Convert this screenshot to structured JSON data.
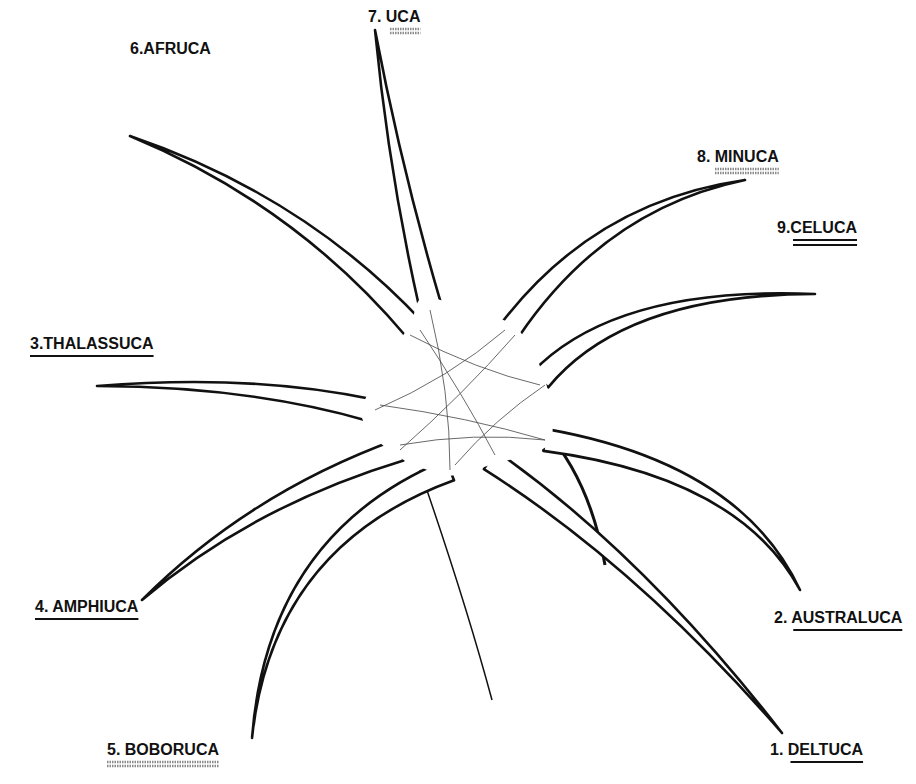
{
  "diagram": {
    "labels": [
      "7. UCA",
      "6.AFRUCA",
      "8. MINUCA",
      "9.CELUCA",
      "3.THALASSUCA",
      "4. AMPHIUCA",
      "2. AUSTRALUCA",
      "5. BOBORUCA",
      "1. DELTUCA"
    ]
  }
}
